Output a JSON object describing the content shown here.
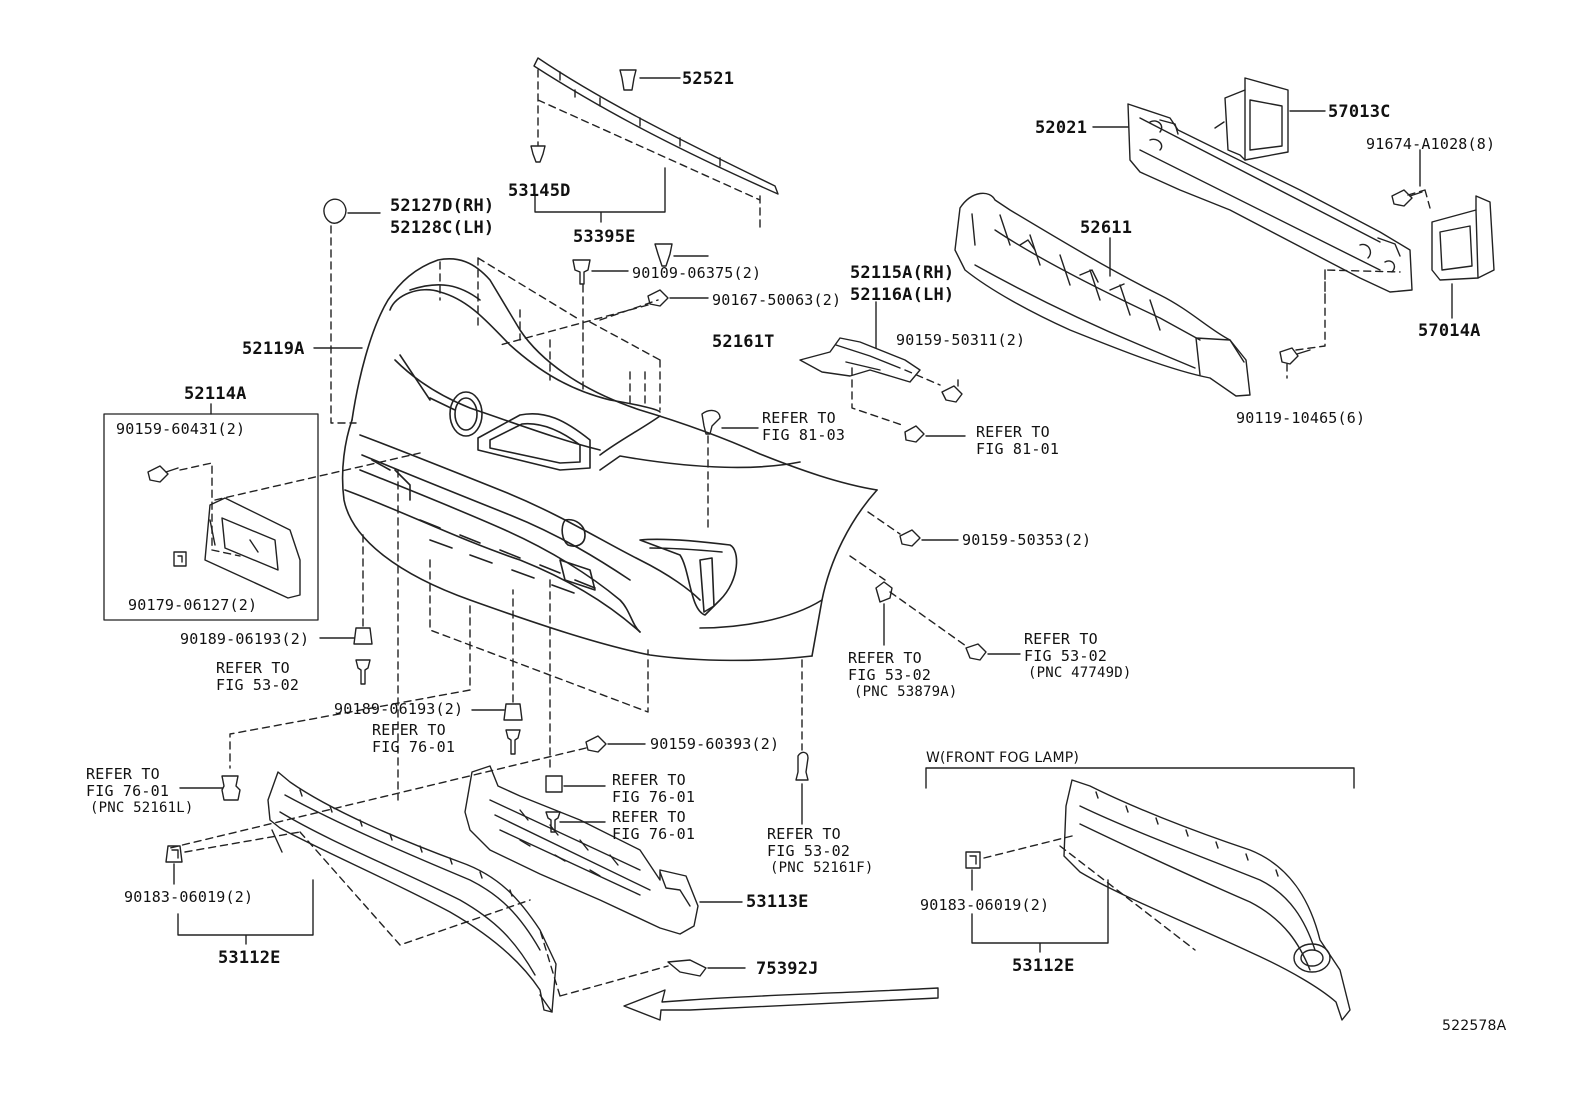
{
  "diagram_id": "522578A",
  "fog_lamp_variant": "W(FRONT FOG LAMP)",
  "labels": {
    "p52521": "52521",
    "p57013C": "57013C",
    "p52021": "52021",
    "p91674": "91674-A1028(8)",
    "p53145D": "53145D",
    "p52127D": "52127D(RH)",
    "p52128C": "52128C(LH)",
    "p53395E": "53395E",
    "p52611": "52611",
    "p90109": "90109-06375(2)",
    "p52115A": "52115A(RH)",
    "p52116A": "52116A(LH)",
    "p57014A": "57014A",
    "p90167": "90167-50063(2)",
    "p52119A": "52119A",
    "p52161T": "52161T",
    "p90159_50311": "90159-50311(2)",
    "p90119": "90119-10465(6)",
    "p52114A": "52114A",
    "p90159_60431": "90159-60431(2)",
    "ref_81_03_a": "REFER TO",
    "ref_81_03_b": "FIG 81-03",
    "ref_81_01_a": "REFER TO",
    "ref_81_01_b": "FIG 81-01",
    "p90159_50353": "90159-50353(2)",
    "p90179": "90179-06127(2)",
    "p90189_a": "90189-06193(2)",
    "ref_53_02a_a": "REFER TO",
    "ref_53_02a_b": "FIG 53-02",
    "ref_53_02b_a": "REFER TO",
    "ref_53_02b_b": "FIG 53-02",
    "ref_53_02b_c": "(PNC 53879A)",
    "ref_53_02c_a": "REFER TO",
    "ref_53_02c_b": "FIG 53-02",
    "ref_53_02c_c": "(PNC 47749D)",
    "p90189_b": "90189-06193(2)",
    "ref_76_01a_a": "REFER TO",
    "ref_76_01a_b": "FIG 76-01",
    "p90159_60393": "90159-60393(2)",
    "ref_76_01b_a": "REFER TO",
    "ref_76_01b_b": "FIG 76-01",
    "ref_76_01b_c": "(PNC 52161L)",
    "ref_76_01c_a": "REFER TO",
    "ref_76_01c_b": "FIG 76-01",
    "ref_76_01d_a": "REFER TO",
    "ref_76_01d_b": "FIG 76-01",
    "ref_53_02d_a": "REFER TO",
    "ref_53_02d_b": "FIG 53-02",
    "ref_53_02d_c": "(PNC 52161F)",
    "p90183_a": "90183-06019(2)",
    "p53113E": "53113E",
    "p53112E_a": "53112E",
    "p75392J": "75392J",
    "p90183_b": "90183-06019(2)",
    "p53112E_b": "53112E"
  }
}
